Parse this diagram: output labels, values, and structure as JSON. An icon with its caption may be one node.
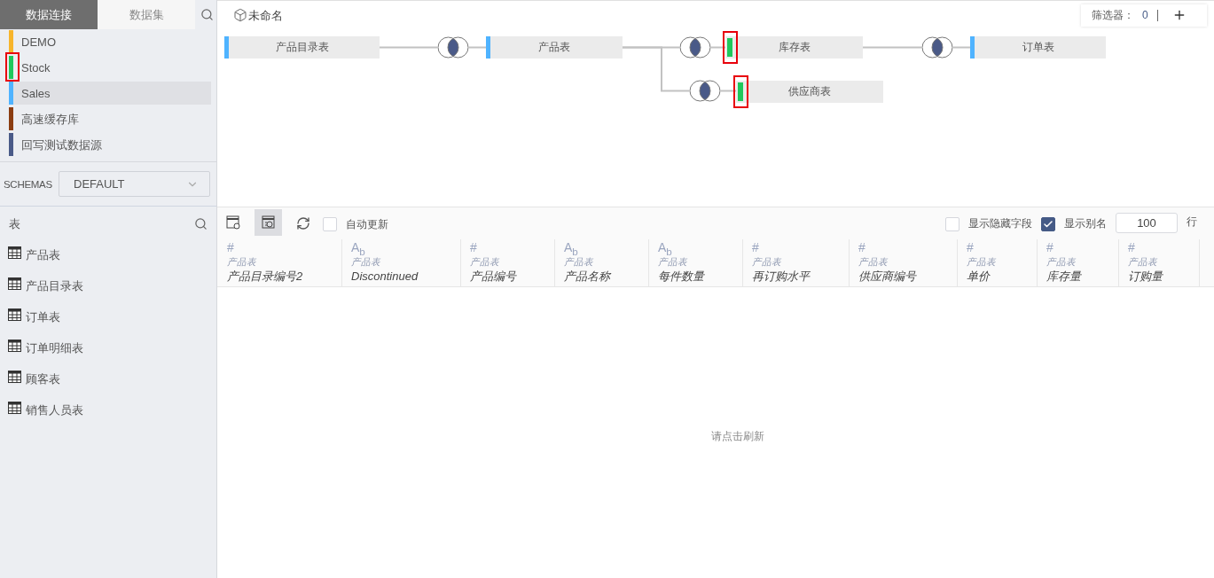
{
  "diagram": {
    "nodes": [
      {
        "text": [
          "产品目录表"
        ]
      },
      {
        "text": [],
        "shape": "circle"
      },
      {
        "text": [
          "产品表"
        ]
      },
      {
        "text": [],
        "shape": "circle"
      },
      {
        "text": [
          "库存表"
        ]
      },
      {
        "text": [],
        "shape": "circle"
      },
      {
        "text": [
          "订单表"
        ]
      },
      {
        "text": [],
        "shape": "circle"
      },
      {
        "text": [
          "供应商表"
        ]
      }
    ],
    "edges": [
      {
        "from": 0,
        "to": 1,
        "arrow": "none"
      },
      {
        "from": 1,
        "to": 2,
        "arrow": "none"
      },
      {
        "from": 2,
        "to": 3,
        "arrow": "none"
      },
      {
        "from": 3,
        "to": 4,
        "arrow": "none"
      },
      {
        "from": 4,
        "to": 5,
        "arrow": "none"
      },
      {
        "from": 5,
        "to": 6,
        "arrow": "none"
      },
      {
        "from": 2,
        "to": 7,
        "arrow": "none"
      },
      {
        "from": 7,
        "to": 8,
        "arrow": "none"
      }
    ],
    "labels": [
      "数据连接",
      "数据集",
      "DEMO",
      "Stock",
      "Sales",
      "高速缓存库",
      "回写测试数据源",
      "SCHEMAS",
      "DEFAULT",
      "表",
      "产品表",
      "产品目录表",
      "订单表",
      "订单明细表",
      "顾客表",
      "销售人员表",
      "未命名",
      "筛选器：",
      "0",
      "自动更新",
      "显示隐藏字段",
      "显示别名",
      "100",
      "行",
      "#",
      "产品表",
      "产品目录编号2",
      "A$_{b}$",
      "产品表",
      "Discontinued",
      "#",
      "产品表",
      "产品编号",
      "A$_{b}$",
      "产品表",
      "产品名称",
      "A$_{b}$",
      "产品表",
      "每件数量",
      "#",
      "产品表",
      "再订购水平",
      "#",
      "产品表",
      "供应商编号",
      "#",
      "产品表",
      "单价",
      "#",
      "产品表",
      "库存量",
      "#",
      "产品表",
      "订购量",
      "请点击刷新"
    ]
  }
}
